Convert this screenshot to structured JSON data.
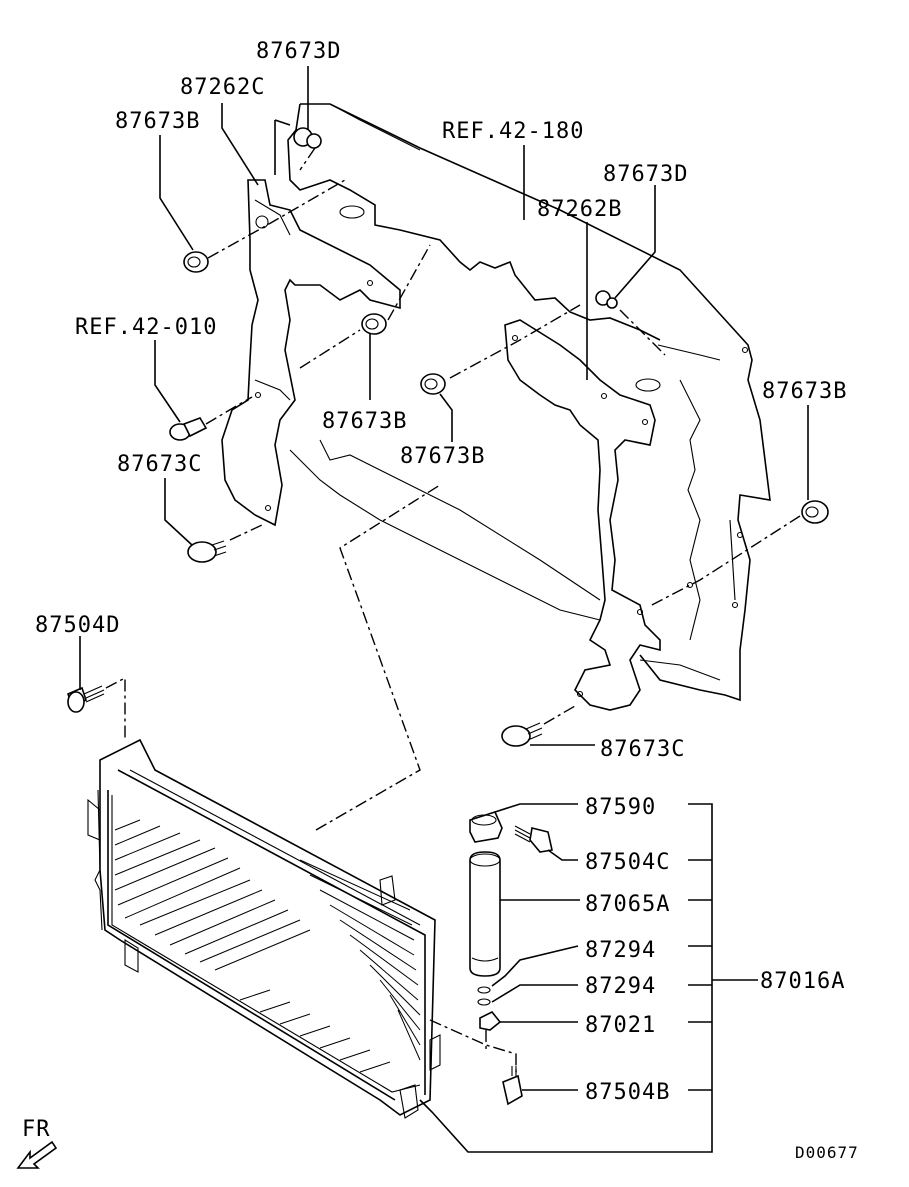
{
  "labels": {
    "p87673D_top": "87673D",
    "p87262C": "87262C",
    "p87673B_top_left": "87673B",
    "ref_42_180": "REF.42-180",
    "p87673D_right": "87673D",
    "p87262B": "87262B",
    "ref_42_010": "REF.42-010",
    "p87673B_right": "87673B",
    "p87673B_mid_left": "87673B",
    "p87673B_mid_right": "87673B",
    "p87673C_left": "87673C",
    "p87504D": "87504D",
    "p87673C_bottom": "87673C",
    "p87590": "87590",
    "p87504C": "87504C",
    "p87065A": "87065A",
    "p87294_a": "87294",
    "p87294_b": "87294",
    "p87016A": "87016A",
    "p87021": "87021",
    "p87504B": "87504B",
    "fr": "FR",
    "diagram_code": "D00677"
  }
}
